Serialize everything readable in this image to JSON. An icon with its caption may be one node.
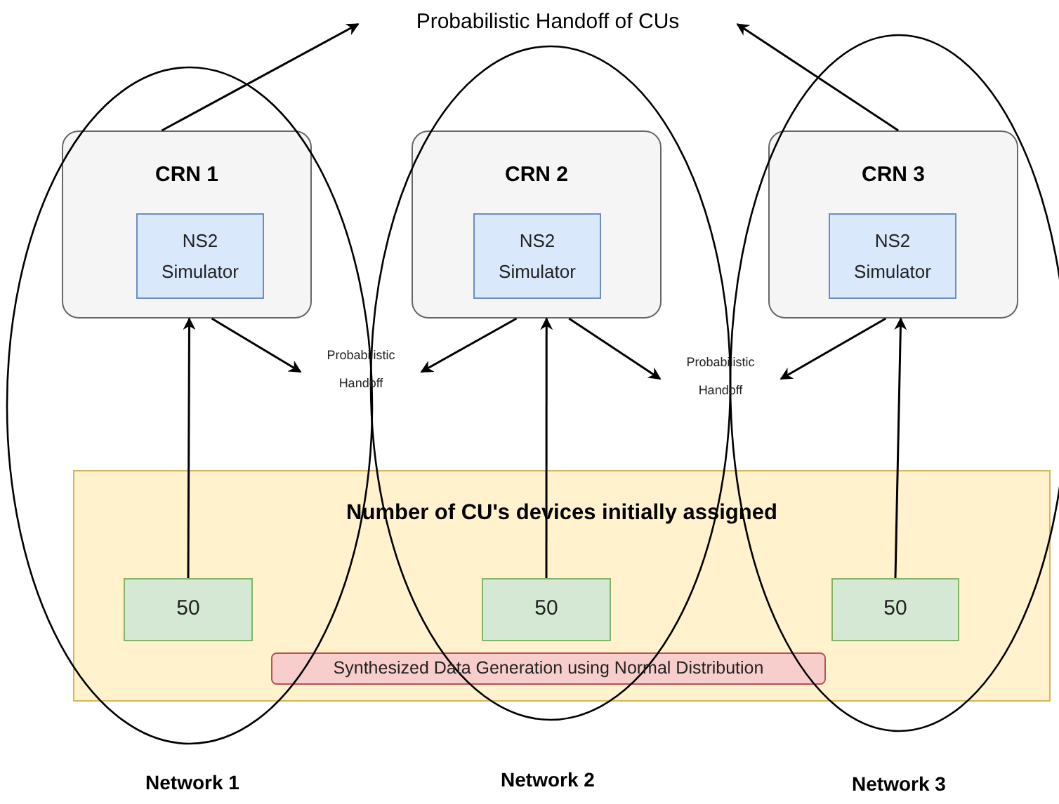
{
  "diagram": {
    "nodes": [
      {
        "text": [
          "Probabilistic Handoff of CUs"
        ]
      },
      {
        "text": [
          "CRN 1"
        ]
      },
      {
        "text": [
          "NS2 Simulator"
        ],
        "in": 1
      },
      {
        "text": [
          "CRN 2"
        ]
      },
      {
        "text": [
          "NS2 Simulator"
        ],
        "in": 3
      },
      {
        "text": [
          "CRN 3"
        ]
      },
      {
        "text": [
          "NS2 Simulator"
        ],
        "in": 5
      },
      {
        "text": [
          "Probabilistic Handoff"
        ]
      },
      {
        "text": [
          "Probabilistic Handoff"
        ]
      },
      {
        "text": [
          "Number of CU's devices initially assigned"
        ]
      },
      {
        "text": [
          "50"
        ],
        "in": 9
      },
      {
        "text": [
          "50"
        ],
        "in": 9
      },
      {
        "text": [
          "50"
        ],
        "in": 9
      },
      {
        "text": [
          "Synthesized Data Generation using Normal Distribution"
        ],
        "in": 9
      }
    ],
    "edges": [
      {
        "from": 1,
        "to": 0,
        "arrow": "to"
      },
      {
        "from": 5,
        "to": 0,
        "arrow": "to"
      },
      {
        "from": 1,
        "to": 7,
        "arrow": "to"
      },
      {
        "from": 3,
        "to": 7,
        "arrow": "to"
      },
      {
        "from": 3,
        "to": 8,
        "arrow": "to"
      },
      {
        "from": 5,
        "to": 8,
        "arrow": "to"
      },
      {
        "from": 10,
        "to": 1,
        "arrow": "to"
      },
      {
        "from": 11,
        "to": 3,
        "arrow": "to"
      },
      {
        "from": 12,
        "to": 5,
        "arrow": "to"
      }
    ],
    "labels": [
      "Network 1",
      "Network 2",
      "Network 3"
    ]
  }
}
